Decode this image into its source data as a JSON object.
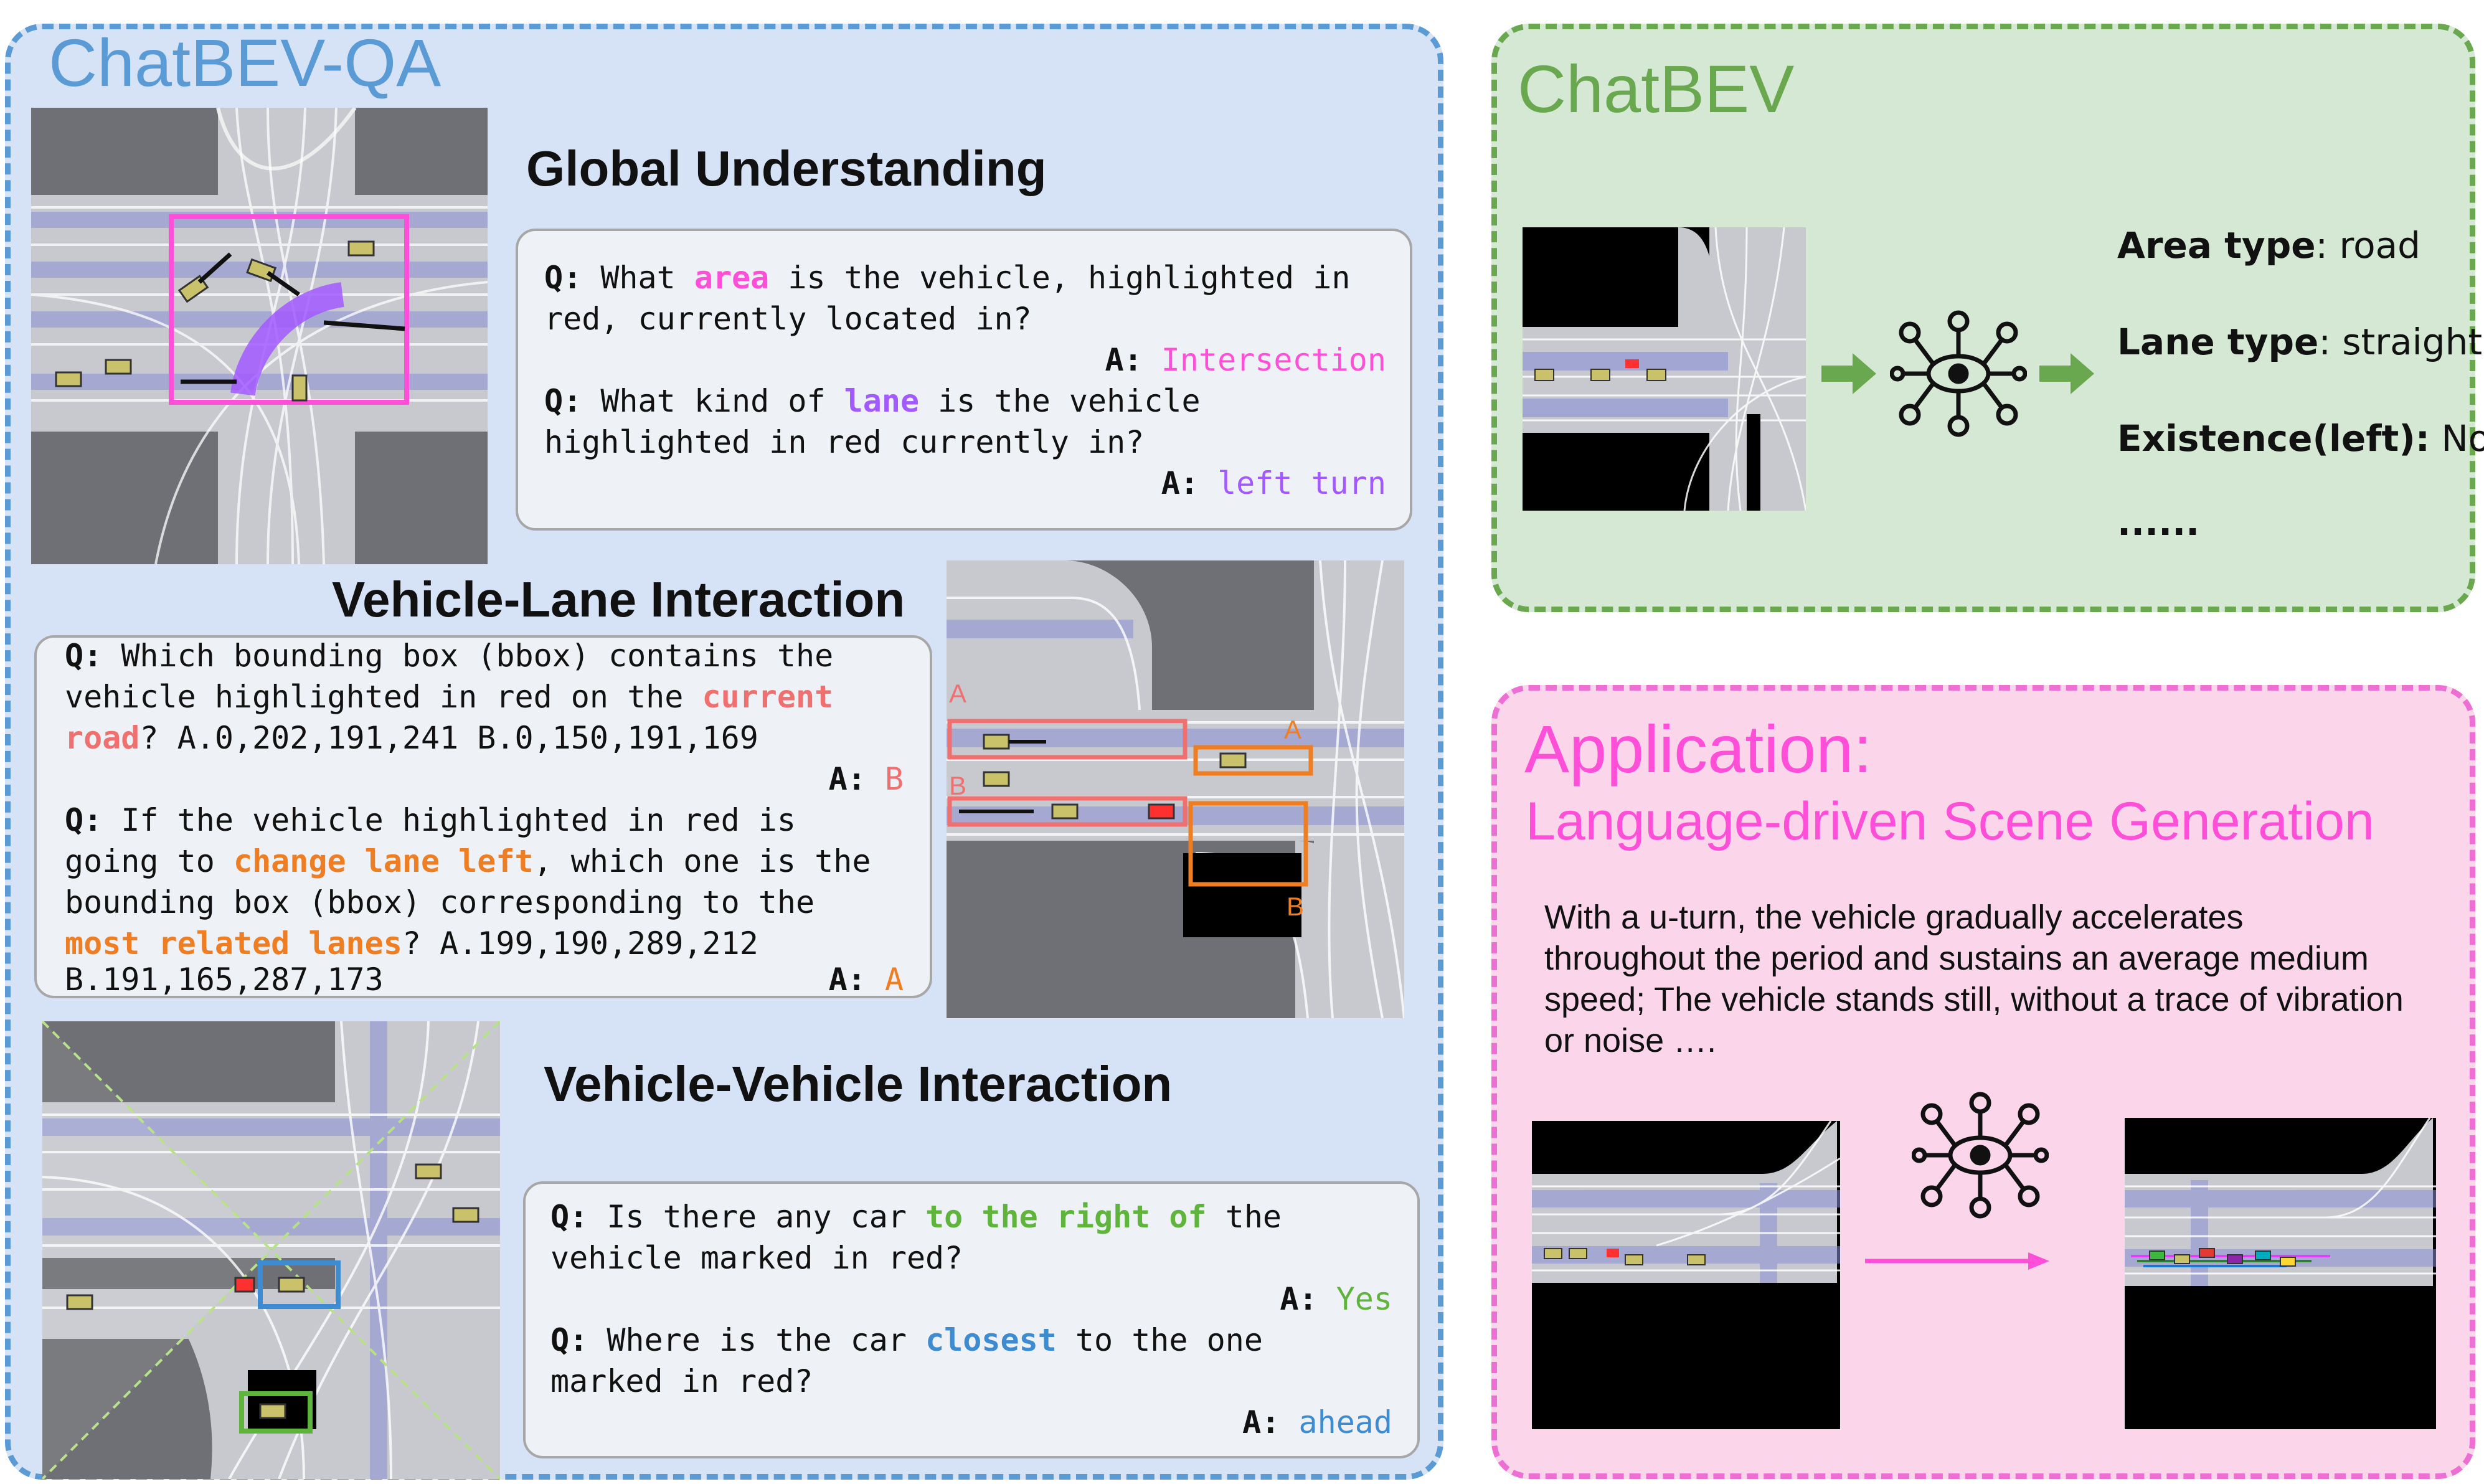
{
  "colors": {
    "qa_border": "#5b9bd5",
    "qa_fill": "#d6e3f6",
    "chatbev_border": "#6aa84f",
    "chatbev_fill": "#d5e8d4",
    "app_border": "#ee6fd4",
    "app_fill": "#fbd6ea",
    "pink": "#ff4fd8",
    "purple": "#a259ff",
    "salmon": "#f07070",
    "orange": "#ef7d22",
    "green": "#5fb43c",
    "blue": "#3d8bd0"
  },
  "qa_panel": {
    "title": "ChatBEV-QA",
    "global": {
      "title": "Global Understanding",
      "q1": {
        "q": "Q:",
        "pre": " What ",
        "hl": "area",
        "post": " is the vehicle, highlighted in",
        "line2": "red, currently located in?"
      },
      "a1": {
        "a": "A:",
        "value": "Intersection"
      },
      "q2": {
        "q": "Q:",
        "pre": " What kind of ",
        "hl": "lane",
        "post": " is the vehicle",
        "line2": "highlighted in red currently in?"
      },
      "a2": {
        "a": "A:",
        "value": "left turn"
      }
    },
    "vehicle_lane": {
      "title": "Vehicle-Lane Interaction",
      "q1": {
        "q": "Q:",
        "l1": " Which bounding box (bbox) contains the",
        "l2pre": "vehicle highlighted in red on the ",
        "l2hl": "current",
        "l3hl": "road",
        "l3post": "? A.0,202,191,241 B.0,150,191,169"
      },
      "a1": {
        "a": "A:",
        "value": "B"
      },
      "q2": {
        "q": "Q:",
        "l1": " If the vehicle highlighted in red is",
        "l2pre": "going to ",
        "l2hl": "change lane left",
        "l2post": ", which one is the",
        "l3": "bounding box (bbox) corresponding to the",
        "l4hl": "most related lanes",
        "l4post": "? A.199,190,289,212",
        "l5": "B.191,165,287,173"
      },
      "a2": {
        "a": "A:",
        "value": "A"
      },
      "box_labels": {
        "a_red": "A",
        "a_orange": "A",
        "b_red": "B",
        "b_orange": "B"
      }
    },
    "vehicle_vehicle": {
      "title": "Vehicle-Vehicle Interaction",
      "q1": {
        "q": "Q:",
        "pre": " Is there any car ",
        "hl": "to the right of",
        "post": " the",
        "line2": "vehicle marked in red?"
      },
      "a1": {
        "a": "A:",
        "value": "Yes"
      },
      "q2": {
        "q": "Q:",
        "pre": " Where is the car ",
        "hl": "closest",
        "post": " to the one",
        "line2": "marked in red?"
      },
      "a2": {
        "a": "A:",
        "value": "ahead"
      }
    }
  },
  "chatbev_panel": {
    "title": "ChatBEV",
    "items": [
      {
        "label": "Area type",
        "sep": ": ",
        "value": "road"
      },
      {
        "label": "Lane type",
        "sep": ": ",
        "value": "straight"
      },
      {
        "label": "Existence(left):",
        "sep": " ",
        "value": "No"
      }
    ],
    "ellipsis": "......",
    "model_icon": "neural-network-eye-icon"
  },
  "app_panel": {
    "title_line1": "Application:",
    "title_line2": "Language-driven Scene Generation",
    "description": [
      "With a u-turn, the vehicle gradually accelerates",
      "throughout the period and sustains an average medium",
      "speed; The vehicle stands still, without a trace of vibration",
      "or noise …."
    ],
    "model_icon": "neural-network-eye-icon"
  }
}
